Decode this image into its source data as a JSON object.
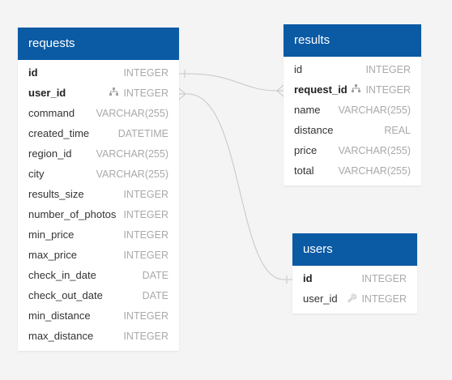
{
  "tables": [
    {
      "key": "requests",
      "title": "requests",
      "columns": [
        {
          "name": "id",
          "type": "INTEGER",
          "key": "pk",
          "icon": ""
        },
        {
          "name": "user_id",
          "type": "INTEGER",
          "key": "fk",
          "icon": "relation-icon"
        },
        {
          "name": "command",
          "type": "VARCHAR(255)",
          "key": "",
          "icon": ""
        },
        {
          "name": "created_time",
          "type": "DATETIME",
          "key": "",
          "icon": ""
        },
        {
          "name": "region_id",
          "type": "VARCHAR(255)",
          "key": "",
          "icon": ""
        },
        {
          "name": "city",
          "type": "VARCHAR(255)",
          "key": "",
          "icon": ""
        },
        {
          "name": "results_size",
          "type": "INTEGER",
          "key": "",
          "icon": ""
        },
        {
          "name": "number_of_photos",
          "type": "INTEGER",
          "key": "",
          "icon": ""
        },
        {
          "name": "min_price",
          "type": "INTEGER",
          "key": "",
          "icon": ""
        },
        {
          "name": "max_price",
          "type": "INTEGER",
          "key": "",
          "icon": ""
        },
        {
          "name": "check_in_date",
          "type": "DATE",
          "key": "",
          "icon": ""
        },
        {
          "name": "check_out_date",
          "type": "DATE",
          "key": "",
          "icon": ""
        },
        {
          "name": "min_distance",
          "type": "INTEGER",
          "key": "",
          "icon": ""
        },
        {
          "name": "max_distance",
          "type": "INTEGER",
          "key": "",
          "icon": ""
        }
      ]
    },
    {
      "key": "results",
      "title": "results",
      "columns": [
        {
          "name": "id",
          "type": "INTEGER",
          "key": "",
          "icon": ""
        },
        {
          "name": "request_id",
          "type": "INTEGER",
          "key": "fk",
          "icon": "relation-icon"
        },
        {
          "name": "name",
          "type": "VARCHAR(255)",
          "key": "",
          "icon": ""
        },
        {
          "name": "distance",
          "type": "REAL",
          "key": "",
          "icon": ""
        },
        {
          "name": "price",
          "type": "VARCHAR(255)",
          "key": "",
          "icon": ""
        },
        {
          "name": "total",
          "type": "VARCHAR(255)",
          "key": "",
          "icon": ""
        }
      ]
    },
    {
      "key": "users",
      "title": "users",
      "columns": [
        {
          "name": "id",
          "type": "INTEGER",
          "key": "pk",
          "icon": ""
        },
        {
          "name": "user_id",
          "type": "INTEGER",
          "key": "",
          "icon": "key-icon"
        }
      ]
    }
  ],
  "relationships": [
    {
      "from": "requests.id",
      "to": "results.request_id",
      "from_end": "one",
      "to_end": "many"
    },
    {
      "from": "requests.user_id",
      "to": "users.id",
      "from_end": "many",
      "to_end": "one"
    }
  ],
  "colors": {
    "header": "#0b5aa4",
    "background": "#f4f4f4",
    "line": "#bdbdbd"
  }
}
